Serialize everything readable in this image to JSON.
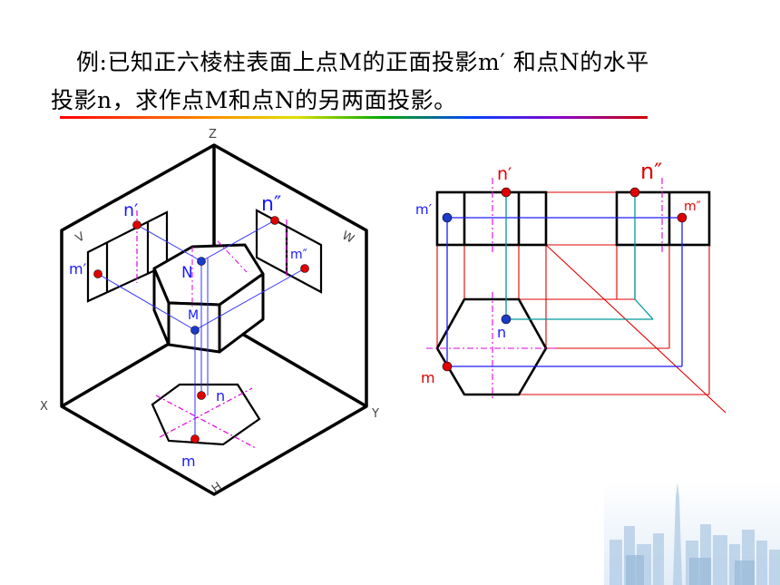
{
  "title": {
    "line1": "例:已知正六棱柱表面上点M的正面投影m′ 和点N的水平",
    "line2": "投影n，求作点M和点N的另两面投影。"
  },
  "axes": {
    "z": "Z",
    "x": "X",
    "y": "Y",
    "h": "H",
    "v": "V",
    "w": "W"
  },
  "iso_labels": {
    "n_prime": "n′",
    "n_dprime": "n″",
    "m_prime": "m′",
    "m_dprime": "m″",
    "N": "N",
    "M": "M",
    "n": "n",
    "m": "m"
  },
  "ortho_labels": {
    "n_prime": "n′",
    "n_dprime": "n″",
    "m_prime": "m′",
    "m_dprime": "m″",
    "n": "n",
    "m": "m"
  },
  "colors": {
    "label_blue": "#1a1aff",
    "label_red": "#e00000",
    "point_red": "#e00000",
    "point_blue": "#1a3acc",
    "axis_magenta": "#e000e0",
    "teal": "#009999"
  }
}
